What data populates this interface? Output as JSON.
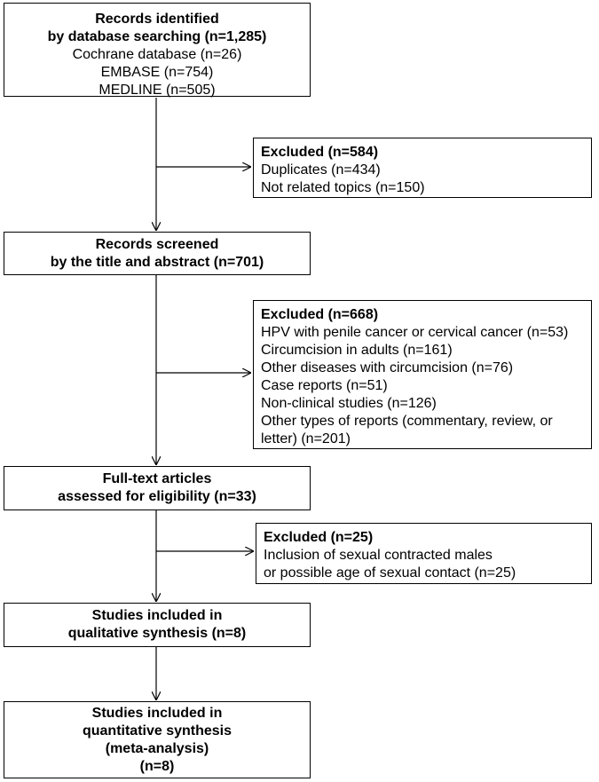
{
  "identified": {
    "title_lines": [
      "Records identified",
      "by database searching (n=1,285)"
    ],
    "detail_lines": [
      "Cochrane database (n=26)",
      "EMBASE (n=754)",
      "MEDLINE (n=505)"
    ]
  },
  "excluded_1": {
    "title": "Excluded (n=584)",
    "lines": [
      "Duplicates (n=434)",
      "Not related topics (n=150)"
    ]
  },
  "screened": {
    "title_lines": [
      "Records screened",
      "by the title and abstract (n=701)"
    ]
  },
  "excluded_2": {
    "title": "Excluded (n=668)",
    "lines": [
      "HPV with penile cancer or cervical cancer (n=53)",
      "Circumcision in adults (n=161)",
      "Other diseases with circumcision (n=76)",
      "Case reports (n=51)",
      "Non-clinical studies (n=126)",
      "Other types of reports (commentary, review, or",
      "letter) (n=201)"
    ]
  },
  "full_text": {
    "title_lines": [
      "Full-text articles",
      "assessed for eligibility (n=33)"
    ]
  },
  "excluded_3": {
    "title": "Excluded (n=25)",
    "lines": [
      "Inclusion of sexual contracted males",
      "or possible age of sexual contact (n=25)"
    ]
  },
  "qualitative": {
    "title_lines": [
      "Studies included in",
      "qualitative synthesis (n=8)"
    ]
  },
  "quantitative": {
    "title_lines": [
      "Studies included in",
      "quantitative synthesis",
      "(meta-analysis)",
      "(n=8)"
    ]
  }
}
